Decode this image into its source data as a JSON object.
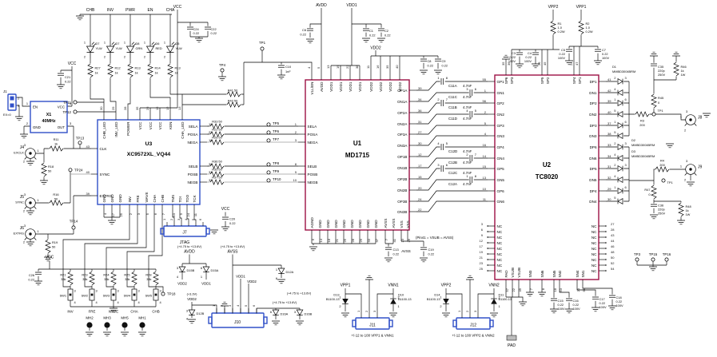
{
  "colors": {
    "board_blue": "#3050c8",
    "board_maroon": "#9c1045",
    "wire": "#000000",
    "wire_gray": "#9c9c9c",
    "led_yellow": "#e3c400",
    "led_green": "#0b9a2e",
    "led_red": "#dd1111"
  },
  "led_block": {
    "vcc": "VCC",
    "columns": [
      {
        "net": "CHB",
        "dname": "D7",
        "dcolor": "YLW",
        "fill": "#e3c400",
        "rname": "R27",
        "rval": "1k",
        "p1": "1",
        "p2": "2"
      },
      {
        "net": "INV",
        "dname": "D7",
        "dcolor": "YLW",
        "fill": "#e3c400",
        "rname": "R12",
        "rval": "1k",
        "p1": "1",
        "p2": "2"
      },
      {
        "net": "PWR",
        "dname": "D8",
        "dcolor": "GRN",
        "fill": "#0b9a2e",
        "rname": "R13",
        "rval": "1k",
        "p1": "1",
        "p2": "2"
      },
      {
        "net": "EN",
        "dname": "D6",
        "dcolor": "RED",
        "fill": "#dd1111",
        "rname": "R14",
        "rval": "1k",
        "p1": "1",
        "p2": "2"
      },
      {
        "net": "CHA",
        "dname": "D5",
        "dcolor": "YLW",
        "fill": "#e3c400",
        "rname": "R13",
        "rval": "1k",
        "p1": "1",
        "p2": "2"
      }
    ],
    "tp11": "TP11",
    "tp12": "TP12",
    "c24": {
      "name": "C24",
      "val": "0.22"
    },
    "c22": {
      "name": "C22",
      "val": "0.22"
    }
  },
  "osc": {
    "j1": "J1",
    "j1_p2": "2",
    "j1_p1": "1",
    "ex0": "EX=0",
    "ref": "X1",
    "freq": "40MHz",
    "p_en": {
      "n": "1",
      "label": "EN"
    },
    "p_vcc": {
      "n": "4",
      "label": "VCC"
    },
    "p_gnd": {
      "n": "2",
      "label": "GND"
    },
    "p_out": {
      "n": "3",
      "label": "OUT"
    },
    "vcc": "VCC",
    "c21": {
      "name": "C21",
      "val": "0.22"
    }
  },
  "left_io": {
    "j4": {
      "ref": "J4",
      "label": "EXCLK",
      "p1": "1",
      "p2": "2",
      "p3": "3"
    },
    "r11": {
      "name": "R11",
      "val": "1k"
    },
    "tp13": "TP13",
    "r18": {
      "name": "R18",
      "val": "50"
    },
    "tp24": "TP24",
    "j5": {
      "ref": "J5",
      "label": "SYNC",
      "p1": "1",
      "p2": "2",
      "p3": "3"
    },
    "r16": {
      "name": "R16",
      "val": "50"
    },
    "tp14": "TP14",
    "j6": {
      "ref": "J6",
      "label": "EXTRG",
      "p1": "1",
      "p2": "2",
      "p3": "3"
    },
    "r19": {
      "name": "R19",
      "val": "50"
    }
  },
  "u3": {
    "ref": "U3",
    "part": "XC9572XL_VQ44",
    "left": [
      {
        "n": "43",
        "label": "CLK"
      },
      {
        "n": "40",
        "label": "SYNC"
      },
      {
        "n": "39",
        "label": "EXTRG"
      }
    ],
    "top": [
      {
        "n": "30",
        "label": "CHB_LED"
      },
      {
        "n": "29",
        "label": "INV_LED"
      },
      {
        "n": "28",
        "label": "POWER"
      },
      {
        "n": "35",
        "label": "VCC"
      },
      {
        "n": "26",
        "label": "VCC"
      },
      {
        "n": "15",
        "label": "VCC"
      },
      {
        "n": "12",
        "label": "KEN"
      },
      {
        "n": "13",
        "label": "CHA_LED"
      }
    ],
    "right": [
      {
        "n": "19",
        "label": "SELA"
      },
      {
        "n": "22",
        "label": "POSA"
      },
      {
        "n": "18",
        "label": "NEGA"
      },
      {
        "n": "36",
        "label": "SELB"
      },
      {
        "n": "31",
        "label": "POSB"
      },
      {
        "n": "32",
        "label": "NEGB"
      }
    ],
    "bottom": [
      {
        "n": "4",
        "label": "GND"
      },
      {
        "n": "17",
        "label": "GND"
      },
      {
        "n": "25",
        "label": "GND"
      },
      {
        "n": "2",
        "label": "INV"
      },
      {
        "n": "3",
        "label": "FRE"
      },
      {
        "n": "5",
        "label": "WAVE"
      },
      {
        "n": "6",
        "label": "CHA"
      },
      {
        "n": "7",
        "label": "CHB"
      },
      {
        "n": "10",
        "label": "TMS"
      },
      {
        "n": "9",
        "label": "TDI"
      },
      {
        "n": "24",
        "label": "TDO"
      },
      {
        "n": "11",
        "label": "TCK"
      }
    ]
  },
  "j7": {
    "ref": "J7",
    "caption": "JTAG",
    "pins": [
      "1",
      "2",
      "3",
      "4",
      "5",
      "6"
    ],
    "vcc": "VCC",
    "c20": {
      "name": "C20",
      "val": "0.22"
    }
  },
  "links": {
    "a": [
      {
        "r": "R33 50",
        "tp": "TP5"
      },
      {
        "r": "R22 50",
        "tp": "TP6"
      },
      {
        "r": "R26 50",
        "tp": "TP7"
      }
    ],
    "b": [
      {
        "r": "R36 50",
        "tp": "TP8"
      },
      {
        "r": "R35 50",
        "tp": "TP9"
      },
      {
        "r": "R37 50",
        "tp": "TP10"
      }
    ]
  },
  "top_mid": {
    "tp4": "TP4",
    "tp1": "TP1",
    "c10": {
      "name": "C10",
      "val": "1nF"
    },
    "r41": "R41 50",
    "r42": "R42 50",
    "avdd": "AVDD",
    "c6": {
      "name": "C6",
      "val": "0.22"
    },
    "vdd1": "VDD1",
    "c1": {
      "name": "C1",
      "val": "0.22"
    },
    "c2": {
      "name": "C2",
      "val": "0.22"
    },
    "vdd2": "VDD2",
    "c8": {
      "name": "C8",
      "val": "0.22"
    },
    "c9": {
      "name": "C9",
      "val": "0.22"
    }
  },
  "u1": {
    "ref": "U1",
    "part": "MD1715",
    "note": "(Pin41 = VSUB = AVSS)",
    "left": [
      {
        "n": "1",
        "label": "SELA"
      },
      {
        "n": "2",
        "label": "POSA"
      },
      {
        "n": "3",
        "label": "NEGA"
      },
      {
        "n": "8",
        "label": "SELB"
      },
      {
        "n": "9",
        "label": "POSB"
      },
      {
        "n": "10",
        "label": "NEGB"
      }
    ],
    "top": [
      {
        "n": "4",
        "label": "VLL/EN"
      },
      {
        "n": "5",
        "label": "AVDD"
      },
      {
        "n": "13",
        "label": "VDD1"
      },
      {
        "n": "19",
        "label": "VDD1"
      },
      {
        "n": "22",
        "label": "VDD1"
      },
      {
        "n": "38",
        "label": "VDD1"
      },
      {
        "n": "11",
        "label": "VDD2"
      },
      {
        "n": "16",
        "label": "VDD2"
      },
      {
        "n": "35",
        "label": "VDD2"
      },
      {
        "n": "40",
        "label": "VDD2"
      }
    ],
    "right": [
      {
        "n": "39",
        "label": "OP1A"
      },
      {
        "n": "34",
        "label": "ON1A"
      },
      {
        "n": "36",
        "label": "OP2A"
      },
      {
        "n": "31",
        "label": "ON2A"
      },
      {
        "n": "27",
        "label": "OP3A"
      },
      {
        "n": "30",
        "label": "ON3A"
      },
      {
        "n": "12",
        "label": "OP1B"
      },
      {
        "n": "17",
        "label": "ON1B"
      },
      {
        "n": "15",
        "label": "OP2B"
      },
      {
        "n": "20",
        "label": "ON2B"
      },
      {
        "n": "24",
        "label": "OP3B"
      },
      {
        "n": "22",
        "label": "ON3B"
      }
    ],
    "bottom": [
      {
        "n": "6",
        "label": "AGND"
      },
      {
        "n": "14",
        "label": "GND"
      },
      {
        "n": "18",
        "label": "GND"
      },
      {
        "n": "21",
        "label": "GND"
      },
      {
        "n": "25",
        "label": "GND"
      },
      {
        "n": "28",
        "label": "GND"
      },
      {
        "n": "29",
        "label": "GND"
      },
      {
        "n": "33",
        "label": "GND"
      },
      {
        "n": "37",
        "label": "GND"
      },
      {
        "n": "7",
        "label": "AVSS"
      },
      {
        "n": "41",
        "label": "AVSS"
      },
      {
        "n": "23",
        "label": "VSS"
      },
      {
        "n": "26",
        "label": "VSS"
      }
    ],
    "c13": {
      "name": "C13",
      "val": "0.22"
    },
    "avss": "AVSS",
    "c19": {
      "name": "C19",
      "val": "0.22"
    }
  },
  "couple": {
    "c11a": {
      "name": "C11A",
      "val": "4.7nF",
      "p1": "1",
      "p2": "8"
    },
    "c11c": {
      "name": "C11C",
      "val": "4.7nF",
      "p1": "3",
      "p2": "6"
    },
    "c11b": {
      "name": "C11B",
      "val": "4.7nF",
      "p1": "2",
      "p2": "7"
    },
    "c11d": {
      "name": "C11D",
      "val": "4.7nF",
      "p1": "4",
      "p2": "5"
    },
    "c12d": {
      "name": "C12D",
      "val": "4.7nF",
      "p1": "4",
      "p2": "5"
    },
    "c12b": {
      "name": "C12B",
      "val": "4.7nF",
      "p1": "2",
      "p2": "7"
    },
    "c12c": {
      "name": "C12C",
      "val": "4.7nF",
      "p1": "3",
      "p2": "6"
    },
    "c12a": {
      "name": "C12A",
      "val": "4.7nF",
      "p1": "1",
      "p2": "8"
    }
  },
  "top_right": {
    "vpp2": "VPP2",
    "r1": {
      "name": "R1",
      "v1": "1.0",
      "v2": "0.2W"
    },
    "vpp1": "VPP1",
    "r2": {
      "name": "R2",
      "v1": "1.0",
      "v2": "0.2W"
    },
    "c3": {
      "name": "C3",
      "v1": "0.22",
      "v2": "100V"
    },
    "c4": {
      "name": "C4",
      "v1": "0.22",
      "v2": "100V"
    },
    "c5": {
      "name": "C5",
      "v1": "0.22",
      "v2": "100V"
    },
    "c7": {
      "name": "C7",
      "v1": "0.22",
      "v2": "100V"
    }
  },
  "u2": {
    "ref": "U2",
    "part": "TC8020",
    "top": [
      {
        "n": "35",
        "label": "SP6"
      },
      {
        "n": "36",
        "label": "SP3"
      },
      {
        "n": "26",
        "label": "SP5"
      },
      {
        "n": "45",
        "label": "SP2"
      },
      {
        "n": "24",
        "label": "SP4"
      },
      {
        "n": "47",
        "label": "SP1"
      }
    ],
    "left": [
      {
        "n": "55",
        "label": "GP1"
      },
      {
        "n": "1",
        "label": "GN1"
      },
      {
        "n": "56",
        "label": "GP2"
      },
      {
        "n": "2",
        "label": "GN2"
      },
      {
        "n": "5",
        "label": "GP3"
      },
      {
        "n": "4",
        "label": "GN3"
      },
      {
        "n": "16",
        "label": "GP4"
      },
      {
        "n": "14",
        "label": "GN4"
      },
      {
        "n": "15",
        "label": "GP5"
      },
      {
        "n": "13",
        "label": "GN5"
      },
      {
        "n": "10",
        "label": "GP6"
      },
      {
        "n": "11",
        "label": "GN6"
      }
    ],
    "left_nc": [
      {
        "n": "3",
        "label": "NC",
        "x": true
      },
      {
        "n": "6",
        "label": "NC",
        "x": true
      },
      {
        "n": "9",
        "label": "NC",
        "x": true
      },
      {
        "n": "12",
        "label": "NC",
        "x": true
      },
      {
        "n": "17",
        "label": "NC",
        "x": true
      },
      {
        "n": "19",
        "label": "NC",
        "x": true
      },
      {
        "n": "21",
        "label": "NC",
        "x": true
      },
      {
        "n": "23",
        "label": "NC",
        "x": true
      },
      {
        "n": "25",
        "label": "NC",
        "x": true
      }
    ],
    "right": [
      {
        "n": "41",
        "label": "DP1"
      },
      {
        "n": "42",
        "label": "DN1"
      },
      {
        "n": "39",
        "label": "DP2"
      },
      {
        "n": "40",
        "label": "DN2"
      },
      {
        "n": "37",
        "label": "DP3"
      },
      {
        "n": "38",
        "label": "DN3"
      },
      {
        "n": "33",
        "label": "DP6"
      },
      {
        "n": "34",
        "label": "DN6"
      },
      {
        "n": "31",
        "label": "DP5"
      },
      {
        "n": "32",
        "label": "DN5"
      },
      {
        "n": "29",
        "label": "DP4"
      },
      {
        "n": "30",
        "label": "DN4"
      }
    ],
    "right_nc": [
      {
        "n": "27",
        "label": "NC",
        "x": true
      },
      {
        "n": "28",
        "label": "NC",
        "x": true
      },
      {
        "n": "43",
        "label": "NC",
        "x": true
      },
      {
        "n": "44",
        "label": "NC",
        "x": true
      },
      {
        "n": "46",
        "label": "NC",
        "x": true
      },
      {
        "n": "48",
        "label": "NC",
        "x": true
      },
      {
        "n": "50",
        "label": "NC",
        "x": true
      },
      {
        "n": "52",
        "label": "NC",
        "x": true
      },
      {
        "n": "54",
        "label": "NC",
        "x": true
      }
    ],
    "bottom": [
      {
        "n": "57",
        "label": "PAD"
      },
      {
        "n": "22",
        "label": "VSUB"
      },
      {
        "n": "49",
        "label": "VSUB"
      },
      {
        "n": "7",
        "label": "SN3"
      },
      {
        "n": "8",
        "label": "SN6"
      },
      {
        "n": "18",
        "label": "SN5"
      },
      {
        "n": "53",
        "label": "SN2"
      },
      {
        "n": "20",
        "label": "SN4"
      },
      {
        "n": "51",
        "label": "SN1"
      }
    ],
    "c15": {
      "name": "C15",
      "v1": "0.22",
      "v2": "100V"
    },
    "c16": {
      "name": "C16",
      "v1": "0.22",
      "v2": "100V"
    },
    "c17": {
      "name": "C17",
      "v1": "0.22",
      "v2": "100V"
    },
    "c18": {
      "name": "C18",
      "v1": "0.22",
      "v2": "100V"
    },
    "pad": "PAD"
  },
  "right_out": {
    "d1": {
      "name": "D1",
      "part": "MMBD3004BRM"
    },
    "d2": {
      "name": "D2",
      "part": "MMBD3004BRM"
    },
    "d3": {
      "name": "D3",
      "part": "MMBD3004BRM"
    },
    "dpins": [
      {
        "l": "2",
        "r": "3"
      },
      {
        "l": "4"
      },
      {
        "l": "1",
        "r": "6"
      },
      {
        "l": "5"
      },
      {
        "l": "1",
        "r": "6"
      },
      {
        "l": "5"
      },
      {
        "l": "2",
        "r": "3"
      },
      {
        "l": "4"
      },
      {
        "l": "2",
        "r": "3"
      },
      {
        "l": "4"
      },
      {
        "l": "1",
        "r": "6"
      },
      {
        "l": "5"
      }
    ],
    "c35": {
      "name": "C35",
      "v1": "220p",
      "v2": "250V"
    },
    "r46": {
      "name": "R46",
      "v1": "1k",
      "v2": "1W"
    },
    "r45": {
      "name": "R45",
      "val": "0"
    },
    "tp1a": "TP1",
    "r3": {
      "name": "R3",
      "val": "200"
    },
    "j8": {
      "ref": "J8",
      "p1": "1",
      "p2": "2",
      "p3": "3"
    },
    "r4": {
      "name": "R4",
      "val": "200"
    },
    "j9": {
      "ref": "J9",
      "p1": "1",
      "p2": "2",
      "p3": "3"
    },
    "tp1b": "TP1",
    "r47": {
      "name": "R47",
      "val": "0"
    },
    "c36": {
      "name": "C36",
      "v1": "220p",
      "v2": "250V"
    },
    "r48": {
      "name": "R48",
      "v1": "1k",
      "v2": "1W"
    },
    "tp3": "TP3",
    "tp15": "TP15",
    "tp16": "TP16"
  },
  "supply": {
    "j11": {
      "vp": "VPP1",
      "vn": "VNN1",
      "ref": "J11",
      "pins": [
        "1",
        "2",
        "3"
      ],
      "dp": {
        "name": "D13",
        "part": "B1100-13",
        "p1": "1",
        "p2": "2"
      },
      "dn": {
        "name": "D10",
        "part": "B1100-13",
        "p1": "2",
        "p2": "1"
      },
      "caption": "+/-12 to 100 VPP1 & VNN1"
    },
    "j12": {
      "vp": "VPP2",
      "vn": "VNN2",
      "ref": "J12",
      "pins": [
        "1",
        "2",
        "3"
      ],
      "dp": {
        "name": "D14",
        "part": "B1100-13",
        "p1": "1",
        "p2": "2"
      },
      "dn": {
        "name": "D11",
        "part": "B1100-13",
        "p1": "2",
        "p2": "1"
      },
      "caption": "+/-12 to 100 VPP2 & VNN2"
    }
  },
  "aux": {
    "avdd_range": "(+4.75 to +13.6V)",
    "avdd": "AVDD",
    "avss_range": "(+4.75 to +13.6V)",
    "avss": "AVSS",
    "d15b": {
      "name": "D15B",
      "p1": "3",
      "p2": "4"
    },
    "vdd2_d15b": "VDD2",
    "d15a": {
      "name": "D15A",
      "p1": "6",
      "p2": "1"
    },
    "vdd1_d15a": "VDD1",
    "d12a": {
      "name": "D12A",
      "p1": "1",
      "p2": "6"
    },
    "vdd1": "VDD1",
    "vdd2": "VDD2",
    "v33": "(+3.3V)",
    "v33_net": "VDD2",
    "d12b": {
      "name": "D12B",
      "p1": "3",
      "p2": "4"
    },
    "range_a": "(+4.75 to +13.6V)",
    "range_b": "(+4.75 to +13.6V)",
    "d16a": {
      "name": "D16A",
      "p1": "6"
    },
    "d16b": {
      "name": "D16B",
      "p1": "3"
    },
    "j10": {
      "ref": "J10",
      "pins": [
        "1",
        "2",
        "3",
        "4",
        "5",
        "6"
      ]
    }
  },
  "switches": {
    "vcc": "VCC",
    "c26": {
      "name": "C26",
      "val": "0.22"
    },
    "cols": [
      {
        "rname": "R21",
        "rval": "33k",
        "sw": "SW1",
        "net": "INV",
        "p1": "3",
        "p2": "4"
      },
      {
        "rname": "R23",
        "rval": "33k",
        "sw": "SW2",
        "net": "FRE",
        "p1": "3",
        "p2": "4"
      },
      {
        "rname": "R24",
        "rval": "33k",
        "sw": "SW3",
        "net": "WAVE",
        "p1": "3",
        "p2": "4"
      },
      {
        "rname": "R25",
        "rval": "33k",
        "sw": "SW4",
        "net": "CHA",
        "p1": "3",
        "p2": "4"
      },
      {
        "rname": "R28",
        "rval": "33k",
        "sw": "SW5",
        "net": "CHB",
        "p1": "3",
        "p2": "4"
      }
    ],
    "tp18": "TP18",
    "mh": [
      "MH2",
      "MH3",
      "MH5",
      "MH1"
    ]
  }
}
